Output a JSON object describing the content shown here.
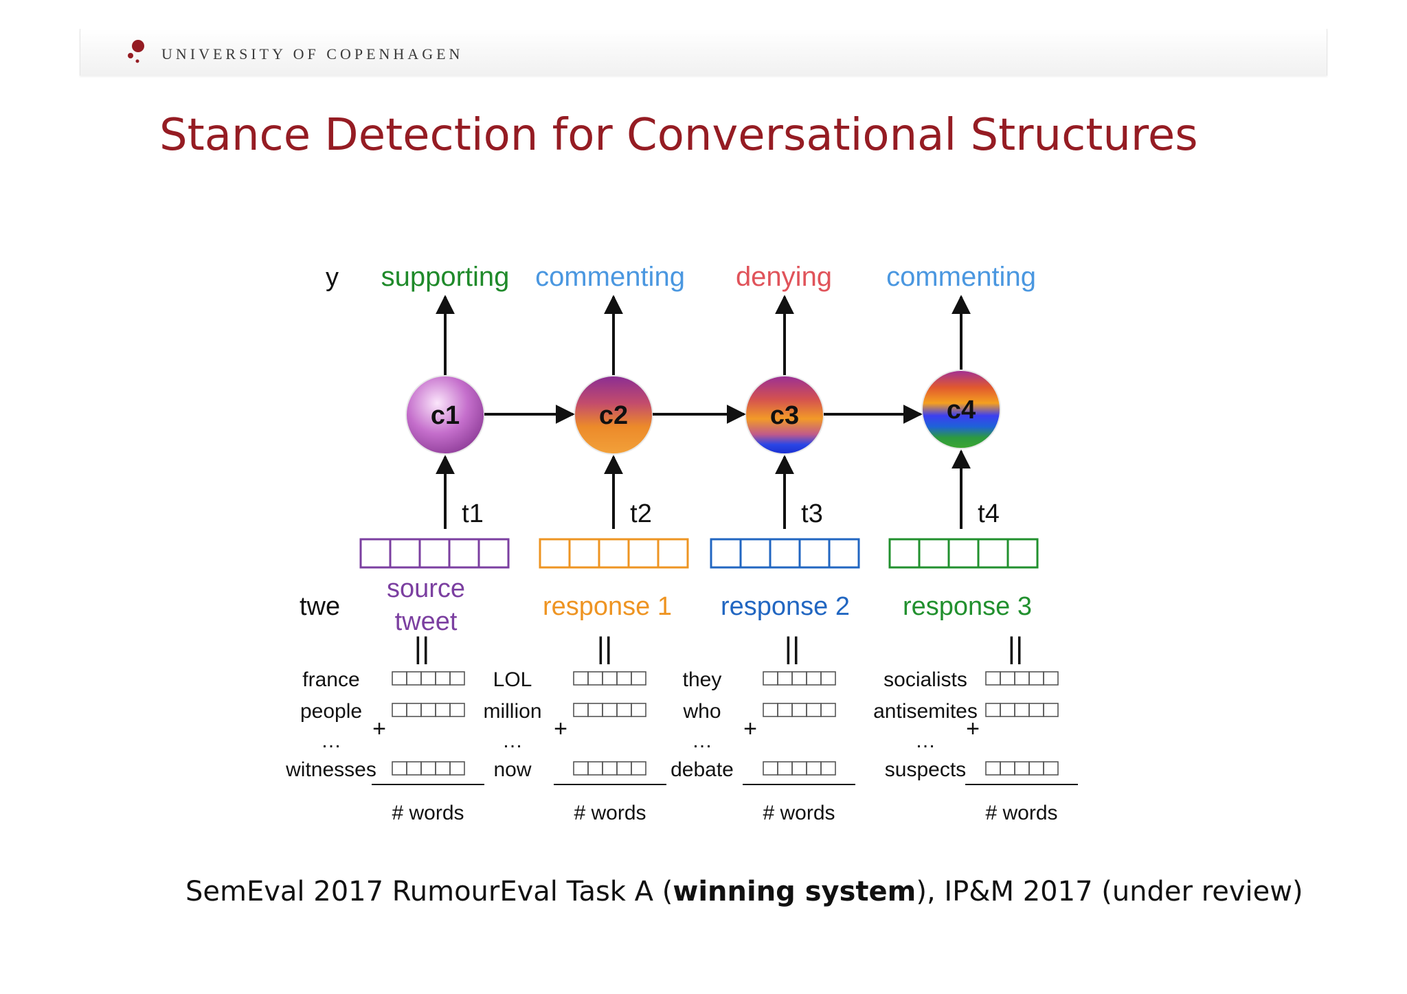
{
  "header": {
    "university": "UNIVERSITY OF COPENHAGEN"
  },
  "title": "Stance Detection for Conversational Structures",
  "diagram": {
    "y_label": "y",
    "twe_label": "twe",
    "labels": [
      {
        "text": "supporting",
        "color": "#1f8a2a"
      },
      {
        "text": "commenting",
        "color": "#4a97e0"
      },
      {
        "text": "denying",
        "color": "#e0535a"
      },
      {
        "text": "commenting",
        "color": "#4a97e0"
      }
    ],
    "cells": [
      "c1",
      "c2",
      "c3",
      "c4"
    ],
    "time_steps": [
      "t1",
      "t2",
      "t3",
      "t4"
    ],
    "tweet_vector_colors": [
      "#7b3fa0",
      "#ee9422",
      "#2166c1",
      "#21902e"
    ],
    "tweet_types": [
      {
        "lines": [
          "source",
          "tweet"
        ],
        "color": "#7b3fa0"
      },
      {
        "lines": [
          "response 1"
        ],
        "color": "#ee9422"
      },
      {
        "lines": [
          "response 2"
        ],
        "color": "#2166c1"
      },
      {
        "lines": [
          "response 3"
        ],
        "color": "#21902e"
      }
    ],
    "equals_sign": "||",
    "plus_sign": "+",
    "ellipsis": "…",
    "word_lists": [
      [
        "france",
        "people",
        "witnesses"
      ],
      [
        "LOL",
        "million",
        "now"
      ],
      [
        "they",
        "who",
        "debate"
      ],
      [
        "socialists",
        "antisemites",
        "suspects"
      ]
    ],
    "words_label": "# words"
  },
  "footer": {
    "before": "SemEval 2017 RumourEval Task A (",
    "bold": "winning system",
    "after": "), IP&M 2017 (under review)"
  }
}
